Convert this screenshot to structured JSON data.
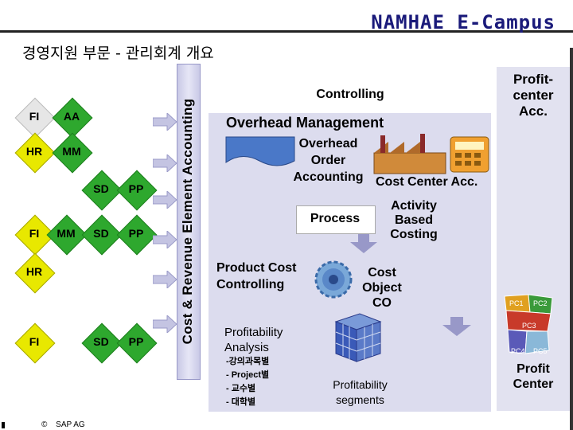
{
  "header": {
    "brand": "NAMHAE E-Campus",
    "title": "경영지원 부문 - 관리회계 개요"
  },
  "footer": {
    "copyright": "©",
    "owner": "SAP AG"
  },
  "modules": {
    "row1": [
      "FI",
      "AA"
    ],
    "row2": [
      "HR",
      "MM"
    ],
    "row3": [
      "SD",
      "PP"
    ],
    "row4": [
      "FI",
      "MM",
      "SD",
      "PP"
    ],
    "row5": [
      "HR"
    ],
    "row6": [
      "FI",
      "SD",
      "PP"
    ]
  },
  "vertical_label": "Cost & Revenue Element Accounting",
  "controlling": {
    "title": "Controlling",
    "overhead_management": "Overhead Management",
    "overhead_order": [
      "Overhead",
      "Order",
      "Accounting"
    ],
    "cost_center": "Cost Center Acc.",
    "process": "Process",
    "activity_based": [
      "Activity",
      "Based",
      "Costing"
    ],
    "product_cost": [
      "Product Cost",
      "Controlling"
    ],
    "cost_object": [
      "Cost",
      "Object",
      "CO"
    ],
    "profitability": [
      "Profitability",
      "Analysis"
    ],
    "korean_items": [
      "-강의과목별",
      "- Project별",
      "- 교수별",
      "- 대학별"
    ],
    "segments": [
      "Profitability",
      "segments"
    ]
  },
  "profit_center": {
    "acc": [
      "Profit-",
      "center",
      "Acc."
    ],
    "label": [
      "Profit",
      "Center"
    ],
    "map_labels": [
      "PC1",
      "PC2",
      "PC3",
      "PC4",
      "PC5"
    ]
  },
  "colors": {
    "fi": "#e8e8e8",
    "green": "#2ea82e",
    "yellow": "#e8e800",
    "panel": "#dcdcee"
  }
}
